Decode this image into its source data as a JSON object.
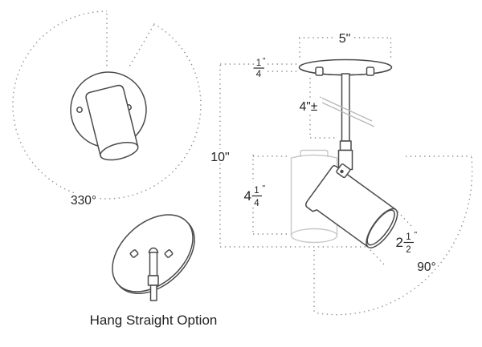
{
  "drawing": {
    "caption": "Hang Straight Option",
    "rotation_view": {
      "angle_label": "330°"
    },
    "tilt": {
      "angle_label": "90°"
    },
    "dims": {
      "canopy_width": {
        "label": "5\""
      },
      "canopy_thickness": {
        "num": "1",
        "den": "4",
        "unit": "\""
      },
      "stem_length": {
        "label": "4\"±"
      },
      "overall_height": {
        "label": "10\""
      },
      "head_length": {
        "whole": "4",
        "num": "1",
        "den": "4",
        "unit": "\""
      },
      "head_diameter": {
        "whole": "2",
        "num": "1",
        "den": "2",
        "unit": "\""
      }
    },
    "colors": {
      "line": "#4a4a4c",
      "ghost": "#c7c7c9",
      "dots": "#8f8f91",
      "text": "#232325"
    }
  }
}
